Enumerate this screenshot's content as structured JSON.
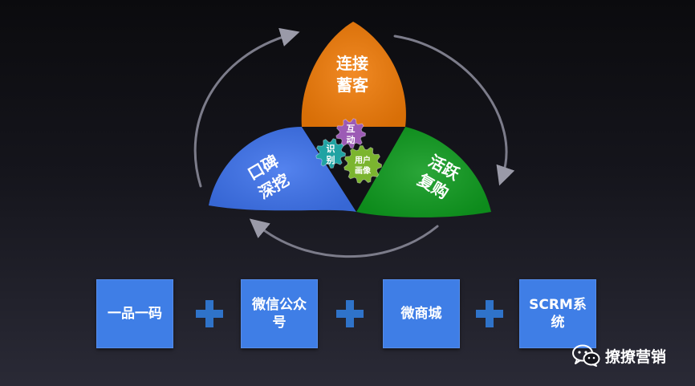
{
  "petals": [
    {
      "name": "petal-top",
      "line1": "连接",
      "line2": "蓄客",
      "color": "#f07b08"
    },
    {
      "name": "petal-left",
      "line1": "口碑",
      "line2": "深挖",
      "color": "#3d72ec"
    },
    {
      "name": "petal-right",
      "line1": "活跃",
      "line2": "复购",
      "color": "#0e9a1e"
    }
  ],
  "gears": [
    {
      "name": "gear-interact",
      "line1": "互",
      "line2": "动",
      "color": "#9c5bb5"
    },
    {
      "name": "gear-identify",
      "line1": "识",
      "line2": "别",
      "color": "#20a3a3"
    },
    {
      "name": "gear-user-profile",
      "line1": "用户",
      "line2": "画像",
      "color": "#7bb52f"
    }
  ],
  "boxes": [
    {
      "name": "box-one-product-one-code",
      "label": "一品一码"
    },
    {
      "name": "box-wechat-official-account",
      "label": "微信公众号"
    },
    {
      "name": "box-micro-mall",
      "label": "微商城"
    },
    {
      "name": "box-scrm-system",
      "label": "SCRM系统"
    }
  ],
  "brand": {
    "name": "撩撩营销",
    "icon": "wechat-icon"
  }
}
